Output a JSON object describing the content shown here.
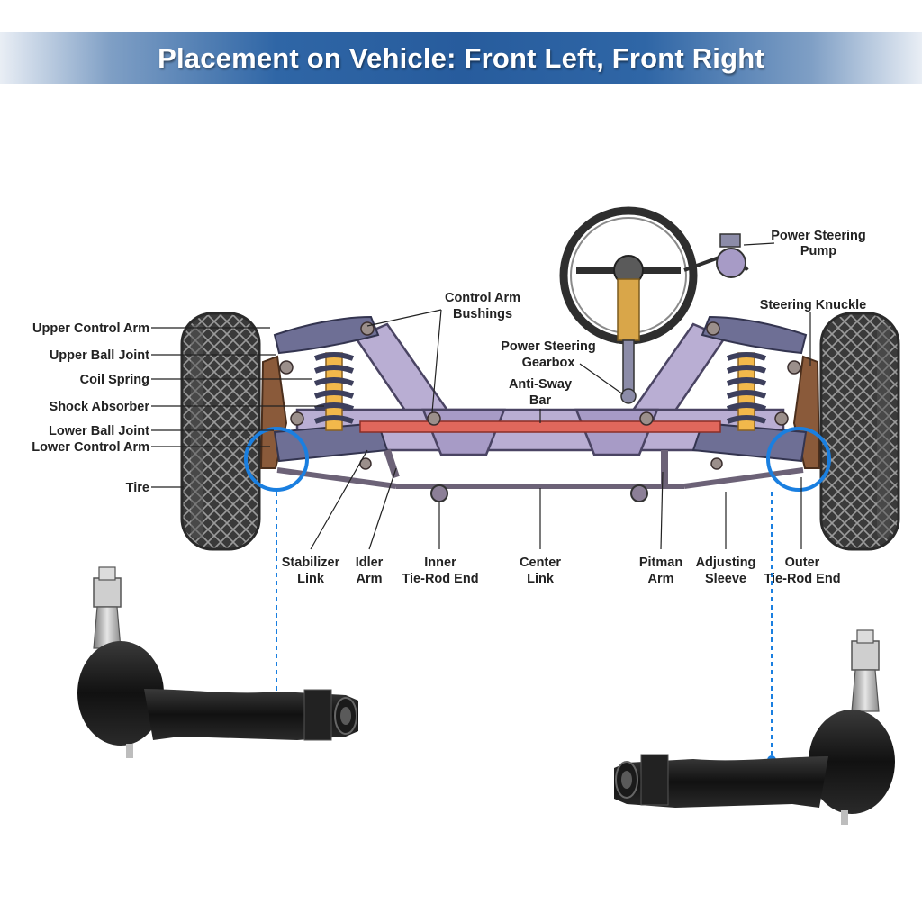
{
  "header": {
    "title": "Placement on Vehicle: Front Left, Front Right"
  },
  "labels": {
    "upper_control_arm": "Upper Control Arm",
    "upper_ball_joint": "Upper Ball Joint",
    "coil_spring": "Coil Spring",
    "shock_absorber": "Shock Absorber",
    "lower_ball_joint": "Lower Ball Joint",
    "lower_control_arm": "Lower Control Arm",
    "tire": "Tire",
    "control_arm_bushings": [
      "Control Arm",
      "Bushings"
    ],
    "power_steering_gearbox": [
      "Power Steering",
      "Gearbox"
    ],
    "anti_sway_bar": [
      "Anti-Sway",
      "Bar"
    ],
    "power_steering_pump": [
      "Power Steering",
      "Pump"
    ],
    "steering_knuckle": "Steering Knuckle",
    "stabilizer_link": [
      "Stabilizer",
      "Link"
    ],
    "idler_arm": [
      "Idler",
      "Arm"
    ],
    "inner_tie_rod_end": [
      "Inner",
      "Tie-Rod End"
    ],
    "center_link": [
      "Center",
      "Link"
    ],
    "pitman_arm": [
      "Pitman",
      "Arm"
    ],
    "adjusting_sleeve": [
      "Adjusting",
      "Sleeve"
    ],
    "outer_tie_rod_end": [
      "Outer",
      "Tie-Rod End"
    ]
  },
  "colors": {
    "banner": "#275c9d",
    "highlight_circle": "#1a7fe0",
    "frame": "#b9aed3",
    "anti_sway_bar": "#e0675c",
    "coil_spring": "#3d3f5c",
    "shock": "#f2b84b"
  }
}
